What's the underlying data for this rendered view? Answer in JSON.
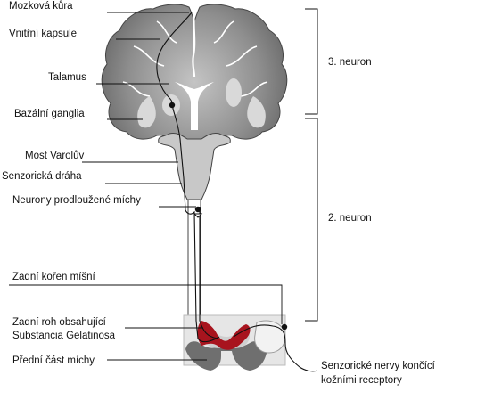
{
  "labels": {
    "cortex": "Mozková kůra",
    "internal_capsule": "Vnitřní kapsule",
    "thalamus": "Talamus",
    "basal_ganglia": "Bazální ganglia",
    "pons": "Most Varolův",
    "sensory_pathway": "Senzorická dráha",
    "medulla_neurons": "Neurony prodloužené míchy",
    "dorsal_root": "Zadní kořen míšní",
    "dorsal_horn_line1": "Zadní roh obsahující",
    "dorsal_horn_line2": "Substancia Gelatinosa",
    "ventral_cord": "Přední část míchy",
    "sensory_nerves_line1": "Senzorické nervy končící",
    "sensory_nerves_line2": "kožními receptory"
  },
  "neurons": {
    "third": "3. neuron",
    "second": "2. neuron"
  },
  "colors": {
    "brain_gray": "#8c8c8c",
    "brain_light": "#d9d9d9",
    "cord_white": "#e6e6e6",
    "cord_dark": "#6f6f6f",
    "substantia_gelatinosa": "#a8141e",
    "pathway": "#111111"
  }
}
